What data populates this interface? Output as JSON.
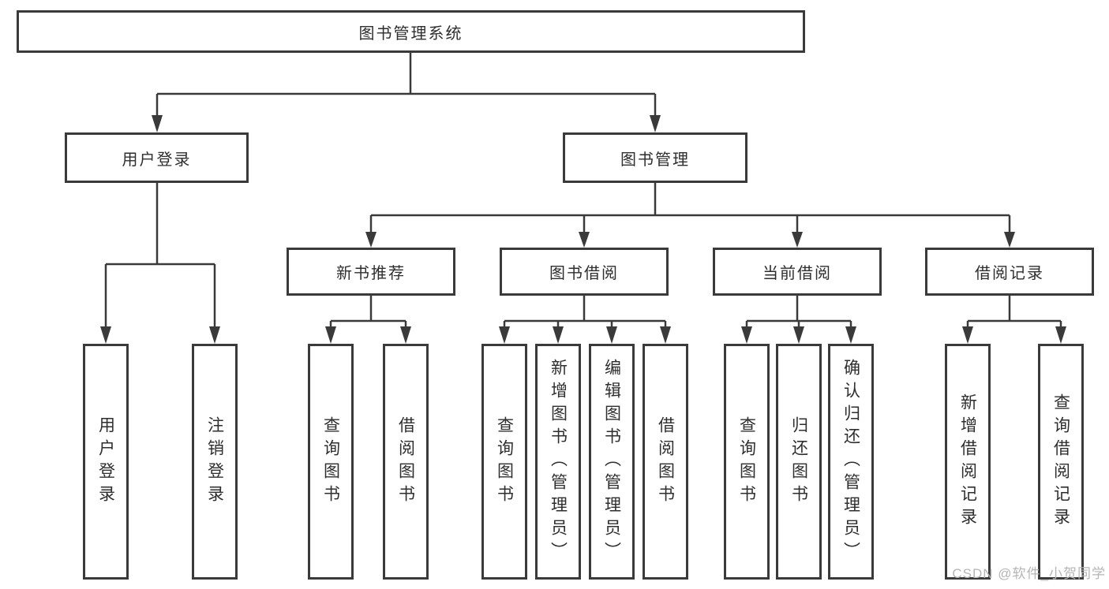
{
  "diagram": {
    "root": {
      "label": "图书管理系统"
    },
    "level2": {
      "user_login": {
        "label": "用户登录"
      },
      "book_management": {
        "label": "图书管理"
      }
    },
    "level3": {
      "new_book_recommend": {
        "label": "新书推荐"
      },
      "book_borrowing": {
        "label": "图书借阅"
      },
      "current_borrowing": {
        "label": "当前借阅"
      },
      "borrowing_records": {
        "label": "借阅记录"
      }
    },
    "leaves": {
      "user_login": {
        "label": "用户登录"
      },
      "logout": {
        "label": "注销登录"
      },
      "recommend_query_books": {
        "label": "查询图书"
      },
      "recommend_borrow_books": {
        "label": "借阅图书"
      },
      "borrow_query_books": {
        "label": "查询图书"
      },
      "borrow_add_books": {
        "label": "新增图书（管理员）"
      },
      "borrow_edit_books": {
        "label": "编辑图书（管理员）"
      },
      "borrow_borrow_books": {
        "label": "借阅图书"
      },
      "current_query_books": {
        "label": "查询图书"
      },
      "current_return_books": {
        "label": "归还图书"
      },
      "current_confirm_return": {
        "label": "确认归还（管理员）"
      },
      "records_add_record": {
        "label": "新增借阅记录"
      },
      "records_query_record": {
        "label": "查询借阅记录"
      }
    }
  },
  "watermark": {
    "text": "CSDN @软件_小贺同学"
  },
  "colors": {
    "line": "#3a3a3a",
    "box_border": "#3a3a3a",
    "text": "#2e2e2e",
    "watermark": "#b5b5b5",
    "background": "#ffffff"
  }
}
